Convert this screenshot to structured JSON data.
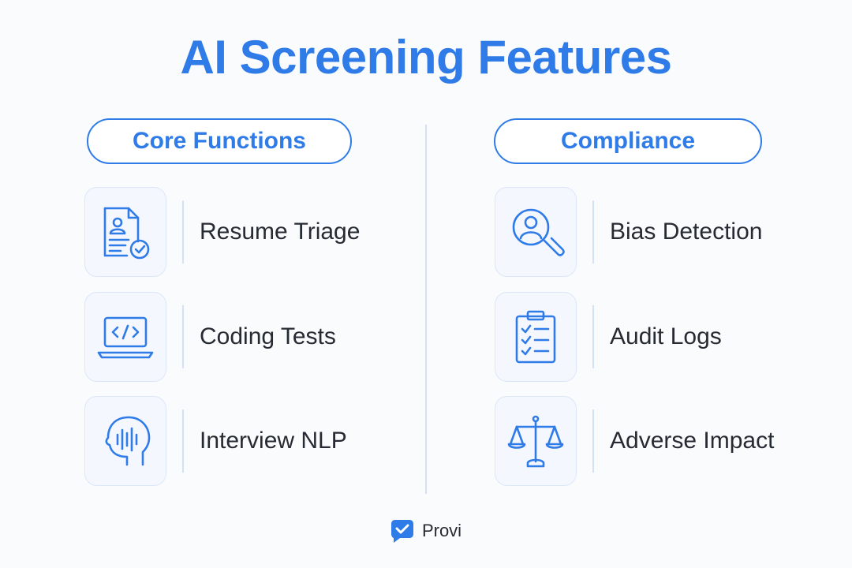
{
  "title": "AI Screening Features",
  "columns": [
    {
      "heading": "Core Functions",
      "items": [
        {
          "label": "Resume Triage",
          "icon": "resume-check-icon"
        },
        {
          "label": "Coding Tests",
          "icon": "laptop-code-icon"
        },
        {
          "label": "Interview NLP",
          "icon": "head-voice-icon"
        }
      ]
    },
    {
      "heading": "Compliance",
      "items": [
        {
          "label": "Bias Detection",
          "icon": "person-magnifier-icon"
        },
        {
          "label": "Audit Logs",
          "icon": "clipboard-checklist-icon"
        },
        {
          "label": "Adverse Impact",
          "icon": "scales-icon"
        }
      ]
    }
  ],
  "brand": {
    "name": "Provi",
    "icon": "provi-logo-icon"
  },
  "colors": {
    "accent": "#2f7be8",
    "text": "#262b33",
    "background": "#fafbfd"
  }
}
